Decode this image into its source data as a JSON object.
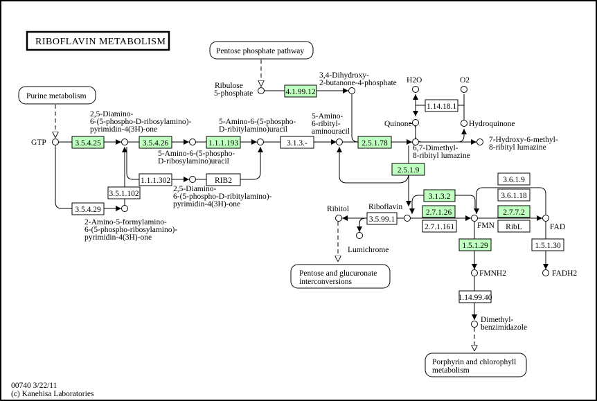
{
  "title": "RIBOFLAVIN METABOLISM",
  "footer": {
    "line1": "00740 3/22/11",
    "line2": "(c) Kanehisa Laboratories"
  },
  "colors": {
    "enzyme_present": "#bfffbf",
    "enzyme_absent": "#ffffff",
    "line": "#000000"
  },
  "maps": [
    {
      "id": "purine",
      "label_lines": [
        "Purine metabolism"
      ]
    },
    {
      "id": "pentose_phosphate",
      "label_lines": [
        "Pentose phosphate pathway"
      ]
    },
    {
      "id": "pentose_glucuronate",
      "label_lines": [
        "Pentose and glucuronate",
        "interconversions"
      ]
    },
    {
      "id": "porphyrin",
      "label_lines": [
        "Porphyrin and chlorophyll",
        "metabolism"
      ]
    }
  ],
  "enzymes": [
    {
      "id": "e354_25",
      "label": "3.5.4.25",
      "highlighted": true
    },
    {
      "id": "e354_26",
      "label": "3.5.4.26",
      "highlighted": true
    },
    {
      "id": "e111_193",
      "label": "1.1.1.193",
      "highlighted": true
    },
    {
      "id": "e313",
      "label": "3.1.3.-",
      "highlighted": false
    },
    {
      "id": "e41_99_12",
      "label": "4.1.99.12",
      "highlighted": true
    },
    {
      "id": "e251_78",
      "label": "2.5.1.78",
      "highlighted": true
    },
    {
      "id": "e251_9",
      "label": "2.5.1.9",
      "highlighted": true
    },
    {
      "id": "e111_302",
      "label": "1.1.1.302",
      "highlighted": false
    },
    {
      "id": "erib2",
      "label": "RIB2",
      "highlighted": false
    },
    {
      "id": "e351_102",
      "label": "3.5.1.102",
      "highlighted": false
    },
    {
      "id": "e354_29",
      "label": "3.5.4.29",
      "highlighted": false
    },
    {
      "id": "e114_18_1",
      "label": "1.14.18.1",
      "highlighted": false
    },
    {
      "id": "e3599_1",
      "label": "3.5.99.1",
      "highlighted": false
    },
    {
      "id": "e313_2",
      "label": "3.1.3.2",
      "highlighted": true
    },
    {
      "id": "e271_26",
      "label": "2.7.1.26",
      "highlighted": true
    },
    {
      "id": "e271_161",
      "label": "2.7.1.161",
      "highlighted": false
    },
    {
      "id": "e361_9",
      "label": "3.6.1.9",
      "highlighted": false
    },
    {
      "id": "e361_18",
      "label": "3.6.1.18",
      "highlighted": false
    },
    {
      "id": "e277_2",
      "label": "2.7.7.2",
      "highlighted": true
    },
    {
      "id": "eribl",
      "label": "RibL",
      "highlighted": false
    },
    {
      "id": "e151_29",
      "label": "1.5.1.29",
      "highlighted": true
    },
    {
      "id": "e151_30",
      "label": "1.5.1.30",
      "highlighted": false
    },
    {
      "id": "e1_14_99_40",
      "label": "1.14.99.40",
      "highlighted": false
    }
  ],
  "compounds": [
    {
      "id": "gtp",
      "label_lines": [
        "GTP"
      ]
    },
    {
      "id": "c_diamino_ribosyl",
      "label_lines": [
        "2,5-Diamino-",
        "6-(5-phospho-D-ribosylamino)-",
        "pyrimidin-4(3H)-one"
      ]
    },
    {
      "id": "c_amino_ribosyl_uracil",
      "label_lines": [
        "5-Amino-6-(5-phospho-",
        "D-ribosylamino)uracil"
      ]
    },
    {
      "id": "c_amino_ribityl_uracil",
      "label_lines": [
        "5-Amino-6-(5-phospho-",
        "D-ribitylamino)uracil"
      ]
    },
    {
      "id": "c_amino_ribityl_aminouracil",
      "label_lines": [
        "5-Amino-",
        "6-ribityl-",
        "aminouracil"
      ]
    },
    {
      "id": "ribulose5p",
      "label_lines": [
        "Ribulose",
        "5-phosphate"
      ]
    },
    {
      "id": "dhbp",
      "label_lines": [
        "3,4-Dihydroxy-",
        "2-butanone-4-phosphate"
      ]
    },
    {
      "id": "h2o",
      "label_lines": [
        "H2O"
      ]
    },
    {
      "id": "o2",
      "label_lines": [
        "O2"
      ]
    },
    {
      "id": "quinone",
      "label_lines": [
        "Quinone"
      ]
    },
    {
      "id": "hydroquinone",
      "label_lines": [
        "Hydroquinone"
      ]
    },
    {
      "id": "dmrl",
      "label_lines": [
        "6,7-Dimethyl-",
        "8-ribityl lumazine"
      ]
    },
    {
      "id": "hydroxy_lumazine",
      "label_lines": [
        "7-Hydroxy-6-methyl-",
        "8-ribityl lumazine"
      ]
    },
    {
      "id": "c_diamino_ribityl",
      "label_lines": [
        "2,5-Diamino-",
        "6-(5-phospho-D-ribitylamino)-",
        "pyrimidin-4(3H)-one"
      ]
    },
    {
      "id": "c_formylamino",
      "label_lines": [
        "2-Amino-5-formylamino-",
        "6-(5-phospho-ribosylamino)-",
        "pyrimidin-4(3H)-one"
      ]
    },
    {
      "id": "ribitol",
      "label_lines": [
        "Ribitol"
      ]
    },
    {
      "id": "riboflavin",
      "label_lines": [
        "Riboflavin"
      ]
    },
    {
      "id": "lumichrome",
      "label_lines": [
        "Lumichrome"
      ]
    },
    {
      "id": "fmn",
      "label_lines": [
        "FMN"
      ]
    },
    {
      "id": "fad",
      "label_lines": [
        "FAD"
      ]
    },
    {
      "id": "fmnh2",
      "label_lines": [
        "FMNH2"
      ]
    },
    {
      "id": "fadh2",
      "label_lines": [
        "FADH2"
      ]
    },
    {
      "id": "dmb",
      "label_lines": [
        "Dimethyl-",
        "benzimidazole"
      ]
    }
  ]
}
